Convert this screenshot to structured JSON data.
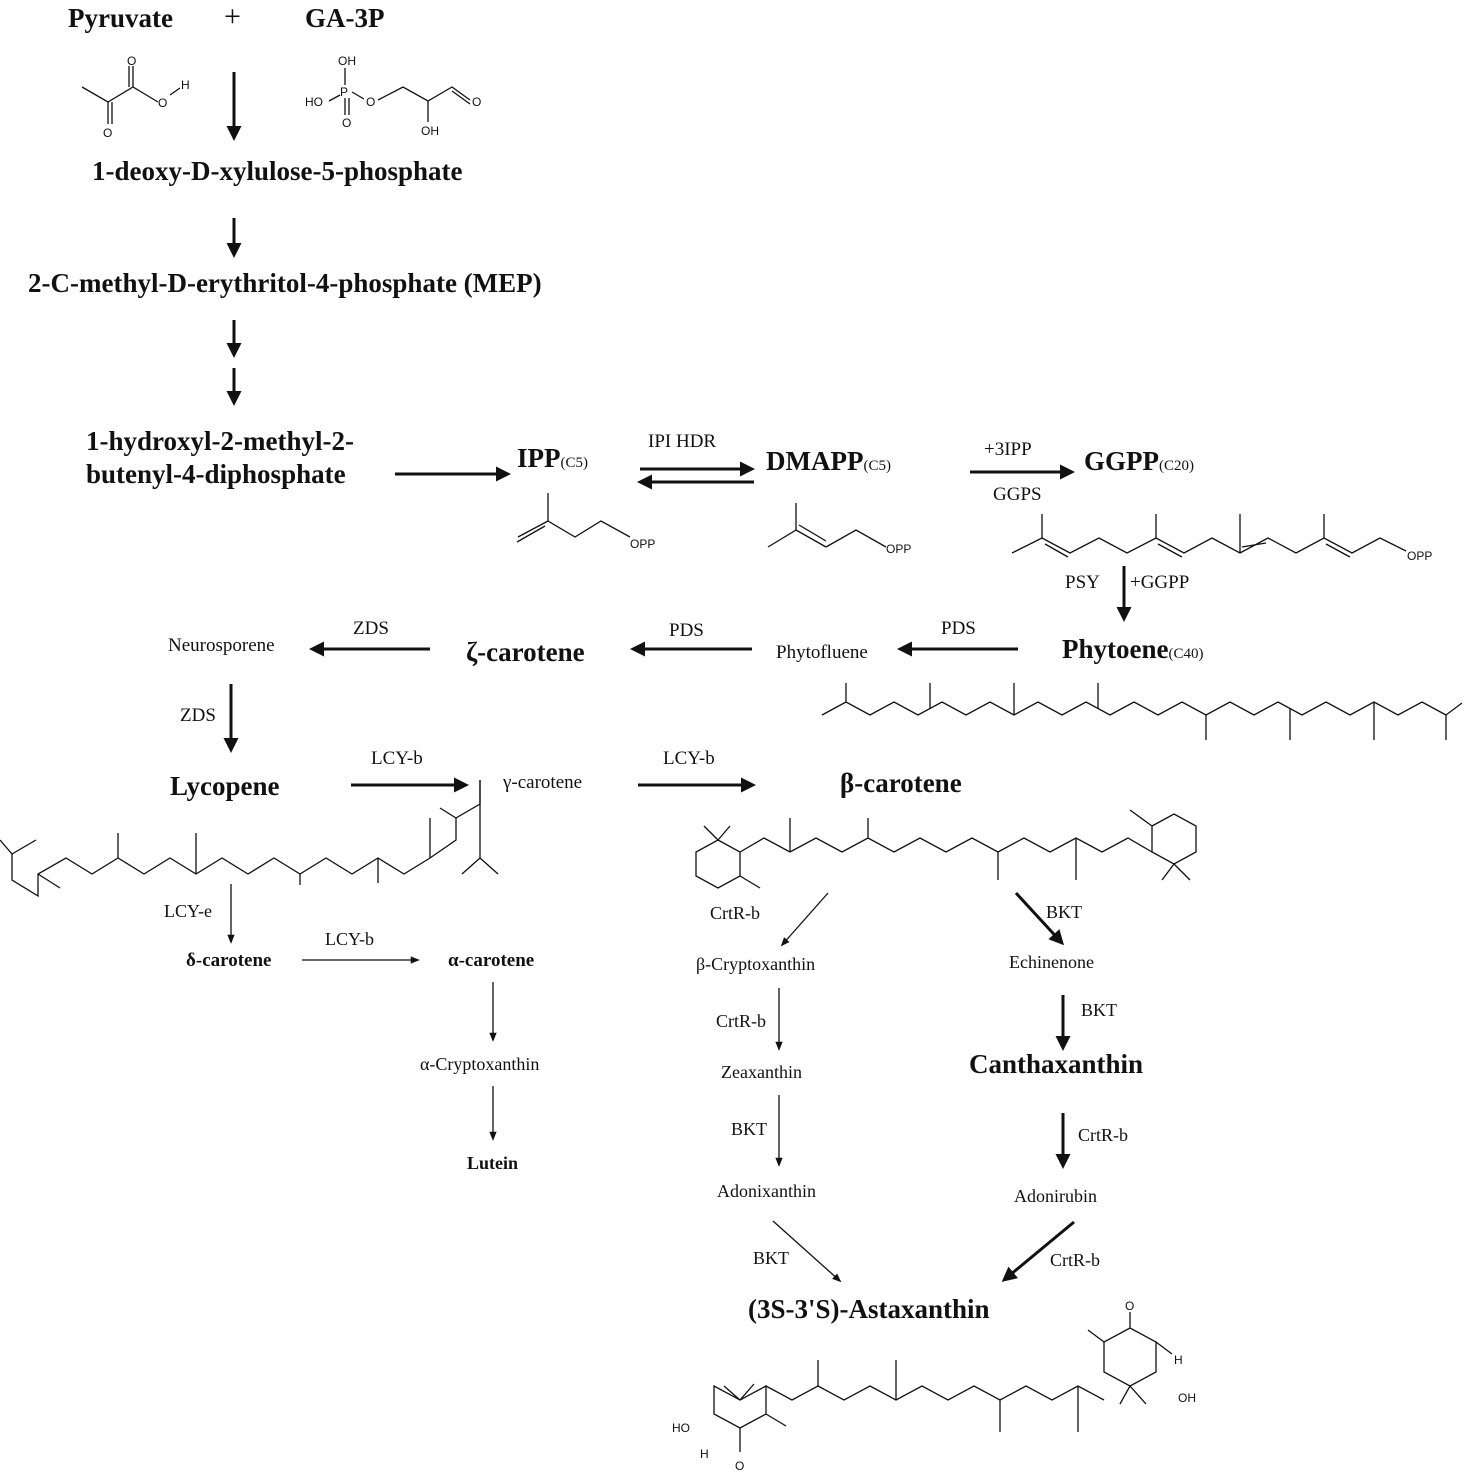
{
  "nodes": {
    "pyruvate": "Pyruvate",
    "plus": "+",
    "ga3p": "GA-3P",
    "dxp": "1-deoxy-D-xylulose-5-phosphate",
    "mep": "2-C-methyl-D-erythritol-4-phosphate (MEP)",
    "hmbpp_line1": "1-hydroxyl-2-methyl-2-",
    "hmbpp_line2": "butenyl-4-diphosphate",
    "ipp": "IPP",
    "ipp_sub": "(C5)",
    "dmapp": "DMAPP",
    "dmapp_sub": "(C5)",
    "ggpp": "GGPP",
    "ggpp_sub": "(C20)",
    "phytoene": "Phytoene",
    "phytoene_sub": "(C40)",
    "phytofluene": "Phytofluene",
    "zeta_carotene": "ζ-carotene",
    "neurosporene": "Neurosporene",
    "lycopene": "Lycopene",
    "gamma_carotene": "γ-carotene",
    "beta_carotene": "β-carotene",
    "delta_carotene": "δ-carotene",
    "alpha_carotene": "α-carotene",
    "alpha_cryptoxanthin": "α-Cryptoxanthin",
    "lutein": "Lutein",
    "beta_cryptoxanthin": "β-Cryptoxanthin",
    "zeaxanthin": "Zeaxanthin",
    "adonixanthin": "Adonixanthin",
    "echinenone": "Echinenone",
    "canthaxanthin": "Canthaxanthin",
    "adonirubin": "Adonirubin",
    "astaxanthin": "(3S-3'S)-Astaxanthin"
  },
  "enzymes": {
    "ipi_hdr": "IPI HDR",
    "plus_3ipp": "+3IPP",
    "ggps": "GGPS",
    "psy": "PSY",
    "plus_ggpp": "+GGPP",
    "pds_1": "PDS",
    "pds_2": "PDS",
    "zds_1": "ZDS",
    "zds_2": "ZDS",
    "lcyb_1": "LCY-b",
    "lcyb_2": "LCY-b",
    "lcye": "LCY-e",
    "lcyb_3": "LCY-b",
    "crtrb_1": "CrtR-b",
    "crtrb_2": "CrtR-b",
    "bkt_1": "BKT",
    "bkt_2": "BKT",
    "bkt_3": "BKT",
    "bkt_4": "BKT",
    "crtrb_3": "CrtR-b",
    "crtrb_4": "CrtR-b"
  },
  "atom_labels": {
    "o": "O",
    "oh": "OH",
    "ho": "HO",
    "h": "H",
    "p": "P",
    "opp": "OPP"
  },
  "colors": {
    "ink": "#111111",
    "background": "#ffffff"
  }
}
